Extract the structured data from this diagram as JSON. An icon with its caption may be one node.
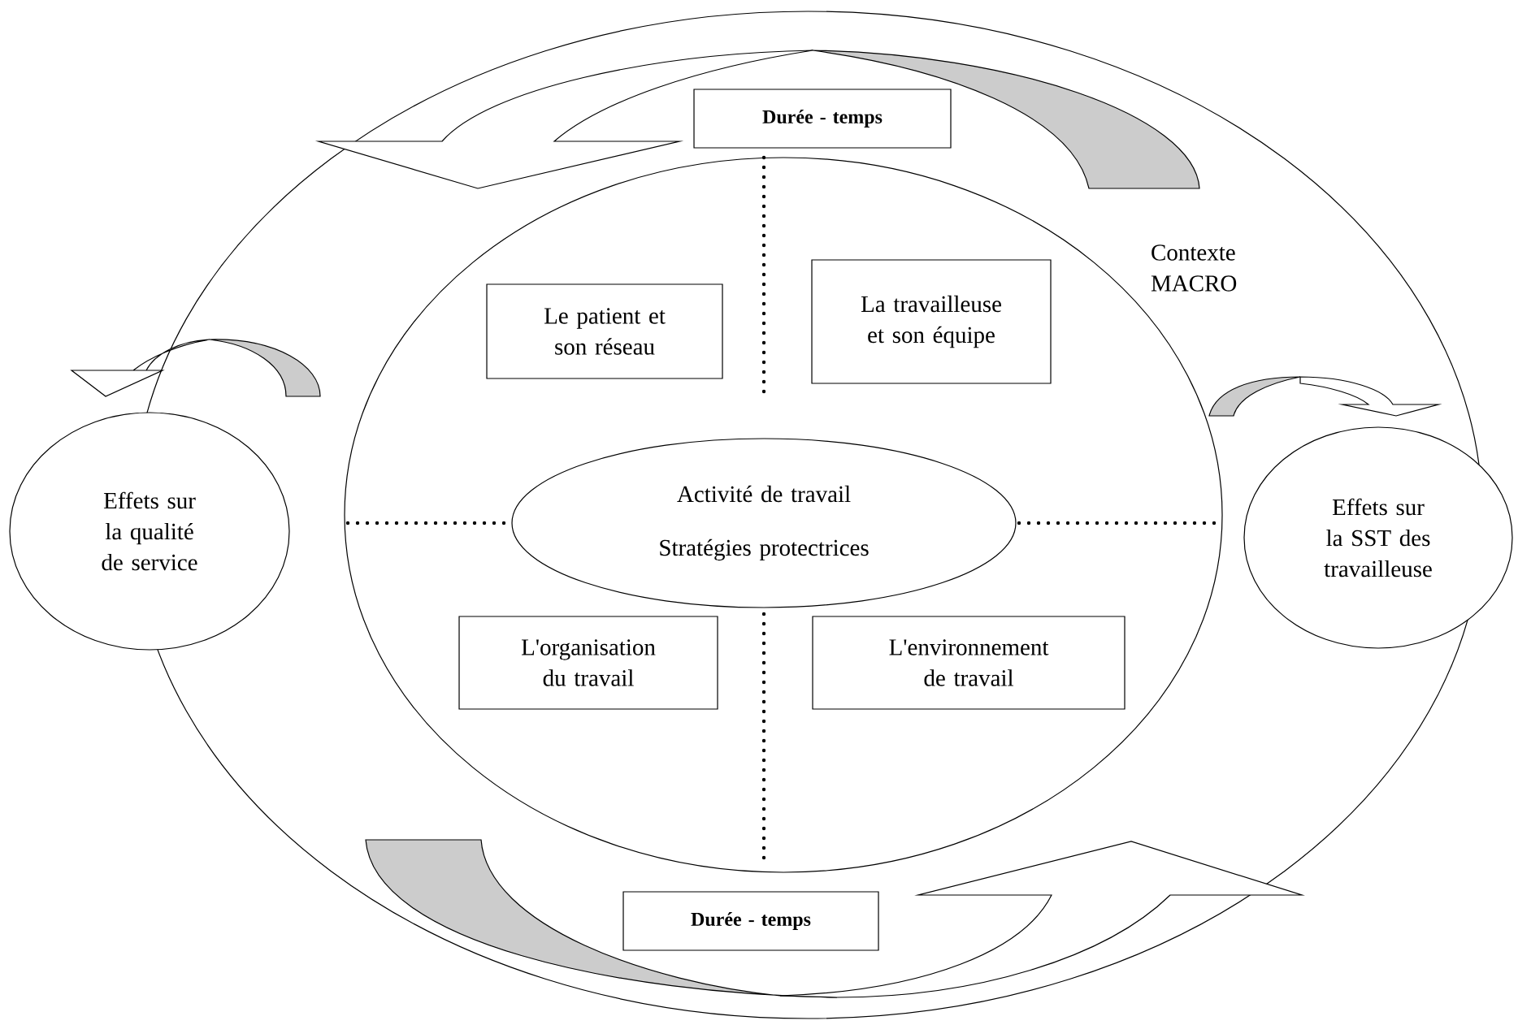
{
  "diagram": {
    "nodes": [
      {
        "text": [
          "Contexte MACRO"
        ]
      },
      {
        "text": [],
        "shape": "ellipse",
        "in": 0
      },
      {
        "text": [
          "Activité de travail",
          "Stratégies protectrices"
        ],
        "in": 1
      },
      {
        "text": [
          "Le patient et son réseau"
        ],
        "in": 1
      },
      {
        "text": [
          "La travailleuse et son équipe"
        ],
        "in": 1
      },
      {
        "text": [
          "L'organisation du travail"
        ],
        "in": 1
      },
      {
        "text": [
          "L'environnement de travail"
        ],
        "in": 1
      },
      {
        "text": [
          "Durée - temps"
        ],
        "in": 0
      },
      {
        "text": [
          "Durée - temps"
        ],
        "in": 0
      },
      {
        "text": [
          "Effets sur la qualité de service"
        ]
      },
      {
        "text": [
          "Effets sur la SST des travailleuse"
        ]
      }
    ]
  }
}
